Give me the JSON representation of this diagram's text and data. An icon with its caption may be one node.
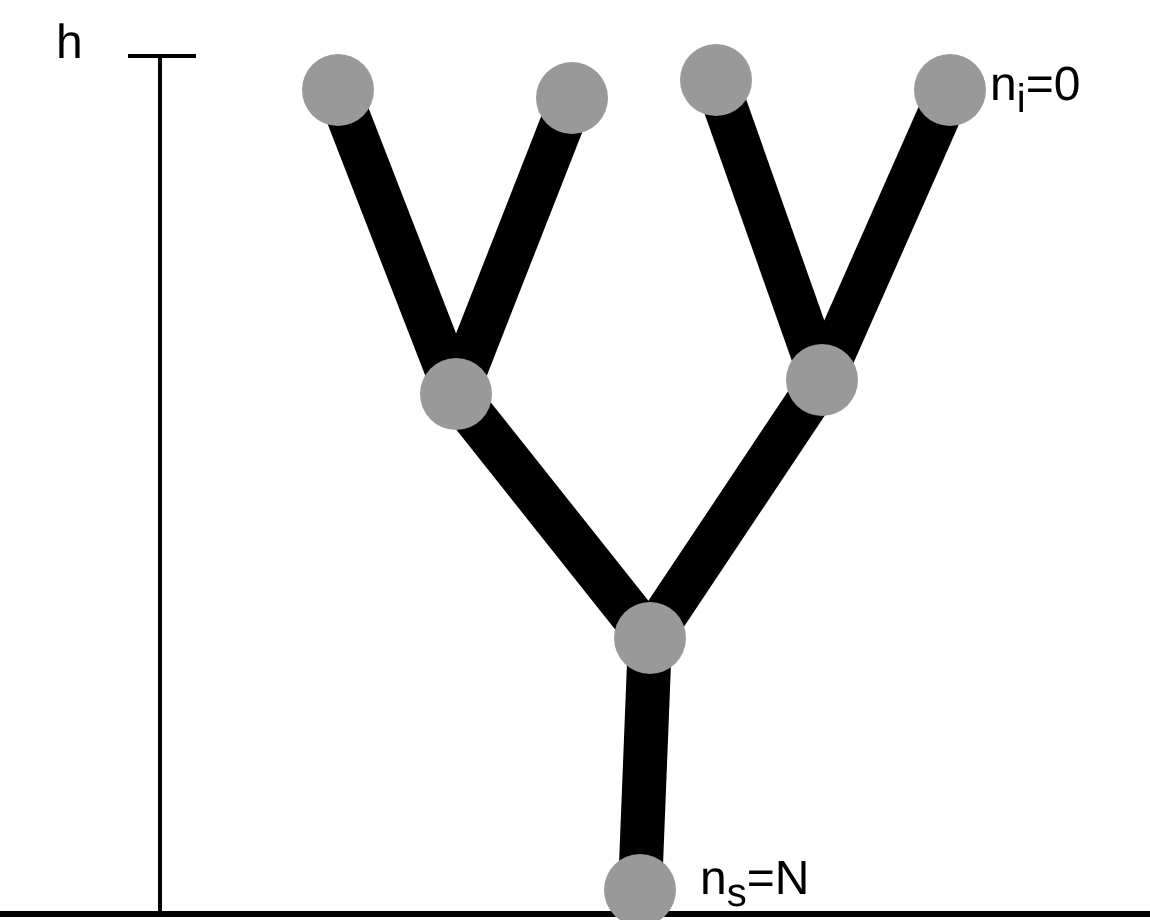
{
  "diagram": {
    "nodes": [
      {
        "text": [],
        "shape": "circle"
      },
      {
        "text": [],
        "shape": "circle"
      },
      {
        "text": [],
        "shape": "circle"
      },
      {
        "text": [],
        "shape": "circle",
        "beside": [
          "n$_{i}$=0"
        ]
      },
      {
        "text": [],
        "shape": "circle"
      },
      {
        "text": [],
        "shape": "circle"
      },
      {
        "text": [],
        "shape": "circle"
      },
      {
        "text": [],
        "shape": "circle",
        "beside": [
          "n$_{s}$=N"
        ]
      }
    ],
    "edges": [
      {
        "from": 7,
        "to": 6,
        "arrow": "none"
      },
      {
        "from": 6,
        "to": 4,
        "arrow": "none"
      },
      {
        "from": 6,
        "to": 5,
        "arrow": "none"
      },
      {
        "from": 4,
        "to": 0,
        "arrow": "none"
      },
      {
        "from": 4,
        "to": 1,
        "arrow": "none"
      },
      {
        "from": 5,
        "to": 2,
        "arrow": "none"
      },
      {
        "from": 5,
        "to": 3,
        "arrow": "none"
      }
    ],
    "labels": [
      "h"
    ]
  }
}
